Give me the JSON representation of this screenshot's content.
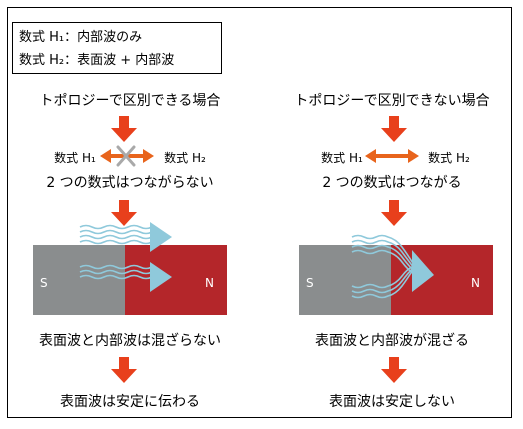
{
  "legend": {
    "row1": "数式 H₁：内部波のみ",
    "row2": "数式 H₂：表面波 + 内部波"
  },
  "left": {
    "heading": "トポロジーで区別できる場合",
    "eq1": "数式 H₁",
    "eq2": "数式 H₂",
    "relation": "2 つの数式はつながらない",
    "magnet_s": "S",
    "magnet_n": "N",
    "mixing": "表面波と内部波は混ざらない",
    "result": "表面波は安定に伝わる"
  },
  "right": {
    "heading": "トポロジーで区別できない場合",
    "eq1": "数式 H₁",
    "eq2": "数式 H₂",
    "relation": "2 つの数式はつながる",
    "magnet_s": "S",
    "magnet_n": "N",
    "mixing": "表面波と内部波が混ざる",
    "result": "表面波は安定しない"
  },
  "colors": {
    "arrow_red": "#e8401c",
    "double_arrow": "#e8641c",
    "magnet_gray": "#8a8d8e",
    "magnet_red": "#b4262a",
    "wave_blue": "#8fc9db",
    "cross_gray": "#a9a9a9"
  }
}
